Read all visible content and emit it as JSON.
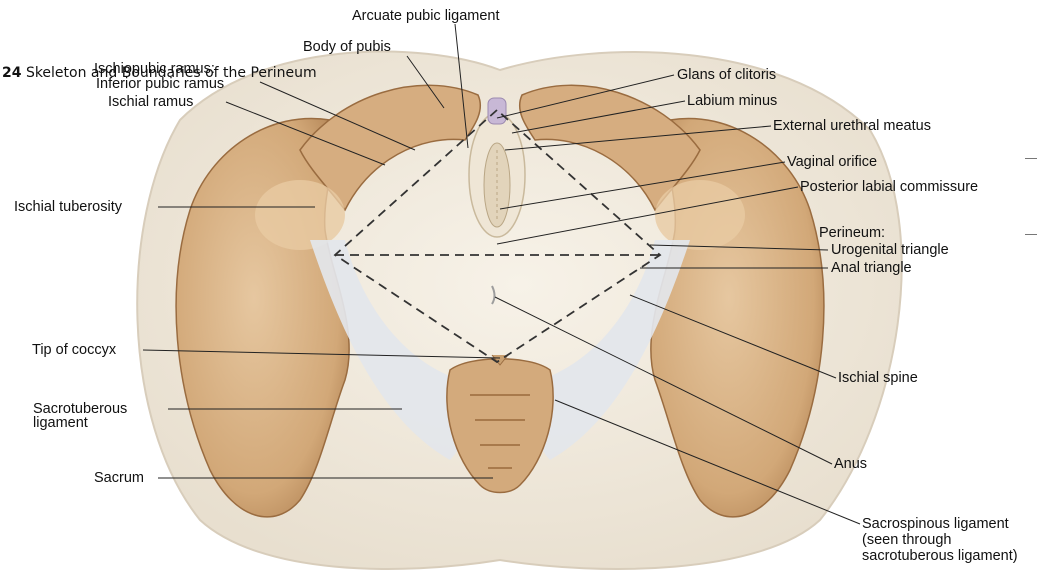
{
  "figure": {
    "number": "24",
    "title": "Skeleton and Boundaries of the Perineum"
  },
  "labels": {
    "arcuate_pubic_ligament": "Arcuate pubic ligament",
    "body_of_pubis": "Body of pubis",
    "ischiopubic_ramus": "Ischiopubic ramus:",
    "inferior_pubic_ramus": "Inferior pubic ramus",
    "ischial_ramus": "Ischial ramus",
    "ischial_tuberosity": "Ischial tuberosity",
    "tip_of_coccyx": "Tip of coccyx",
    "sacrotuberous_ligament": [
      "Sacrotuberous",
      "ligament"
    ],
    "sacrum": "Sacrum",
    "glans_of_clitoris": "Glans of clitoris",
    "labium_minus": "Labium minus",
    "external_urethral_meatus": "External urethral meatus",
    "vaginal_orifice": "Vaginal orifice",
    "posterior_labial_commissure": "Posterior labial commissure",
    "perineum": "Perineum:",
    "urogenital_triangle": "Urogenital triangle",
    "anal_triangle": "Anal triangle",
    "ischial_spine": "Ischial spine",
    "anus": "Anus",
    "sacrospinous_ligament": [
      "Sacrospinous ligament",
      "(seen through",
      "sacrotuberous ligament)"
    ]
  },
  "colors": {
    "bone": "#d9b48a",
    "bone_dark": "#b8895a",
    "ligament": "#dfe3ea",
    "skin": "#f2ece1",
    "leader": "#222222"
  }
}
